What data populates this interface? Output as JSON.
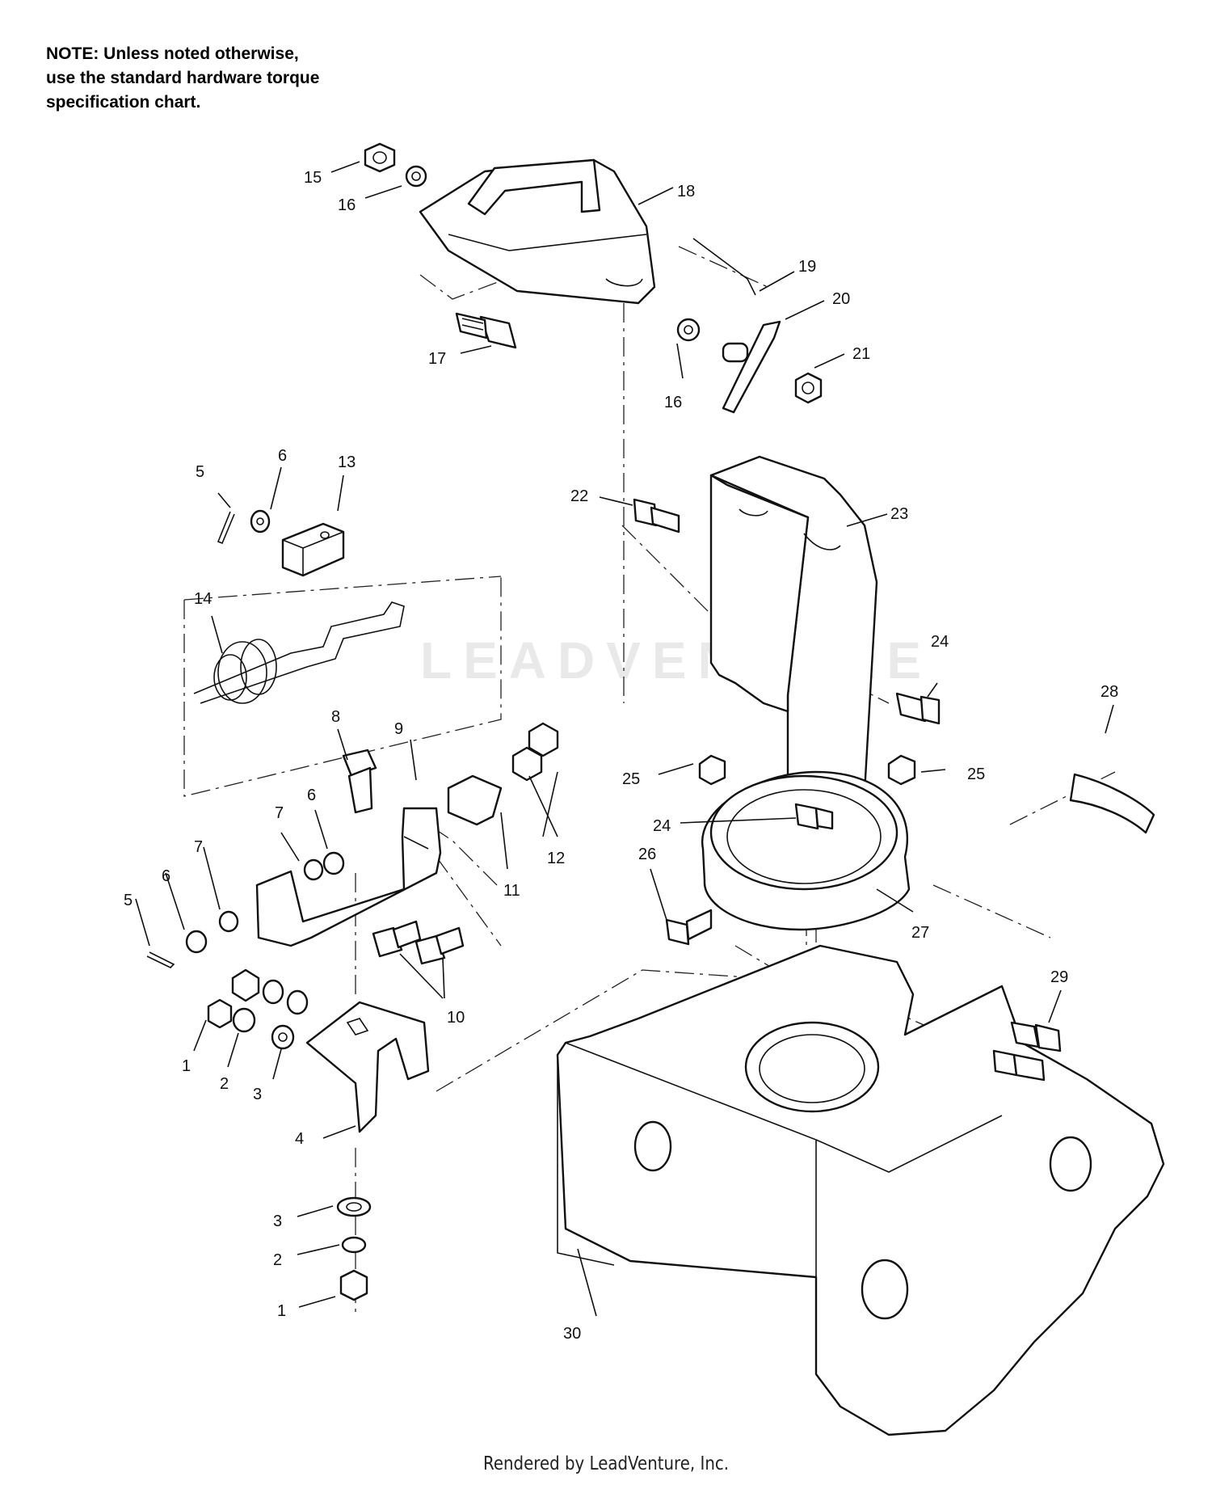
{
  "note": {
    "line1": "NOTE: Unless noted otherwise,",
    "line2": "use the standard hardware torque",
    "line3": "specification chart."
  },
  "watermark": "LEADVENTURE",
  "footer": "Rendered by LeadVenture, Inc.",
  "callouts": [
    {
      "id": "c15",
      "label": "15"
    },
    {
      "id": "c16a",
      "label": "16"
    },
    {
      "id": "c18",
      "label": "18"
    },
    {
      "id": "c19",
      "label": "19"
    },
    {
      "id": "c20",
      "label": "20"
    },
    {
      "id": "c21",
      "label": "21"
    },
    {
      "id": "c17",
      "label": "17"
    },
    {
      "id": "c16b",
      "label": "16"
    },
    {
      "id": "c5a",
      "label": "5"
    },
    {
      "id": "c6a",
      "label": "6"
    },
    {
      "id": "c13",
      "label": "13"
    },
    {
      "id": "c14",
      "label": "14"
    },
    {
      "id": "c22",
      "label": "22"
    },
    {
      "id": "c23",
      "label": "23"
    },
    {
      "id": "c24a",
      "label": "24"
    },
    {
      "id": "c28",
      "label": "28"
    },
    {
      "id": "c8",
      "label": "8"
    },
    {
      "id": "c9",
      "label": "9"
    },
    {
      "id": "c25a",
      "label": "25"
    },
    {
      "id": "c25b",
      "label": "25"
    },
    {
      "id": "c7a",
      "label": "7"
    },
    {
      "id": "c6b",
      "label": "6"
    },
    {
      "id": "c24b",
      "label": "24"
    },
    {
      "id": "c12",
      "label": "12"
    },
    {
      "id": "c11",
      "label": "11"
    },
    {
      "id": "c7b",
      "label": "7"
    },
    {
      "id": "c6c",
      "label": "6"
    },
    {
      "id": "c5b",
      "label": "5"
    },
    {
      "id": "c26",
      "label": "26"
    },
    {
      "id": "c27",
      "label": "27"
    },
    {
      "id": "c10",
      "label": "10"
    },
    {
      "id": "c29",
      "label": "29"
    },
    {
      "id": "c1a",
      "label": "1"
    },
    {
      "id": "c2a",
      "label": "2"
    },
    {
      "id": "c3a",
      "label": "3"
    },
    {
      "id": "c4",
      "label": "4"
    },
    {
      "id": "c3b",
      "label": "3"
    },
    {
      "id": "c2b",
      "label": "2"
    },
    {
      "id": "c1b",
      "label": "1"
    },
    {
      "id": "c30",
      "label": "30"
    }
  ]
}
